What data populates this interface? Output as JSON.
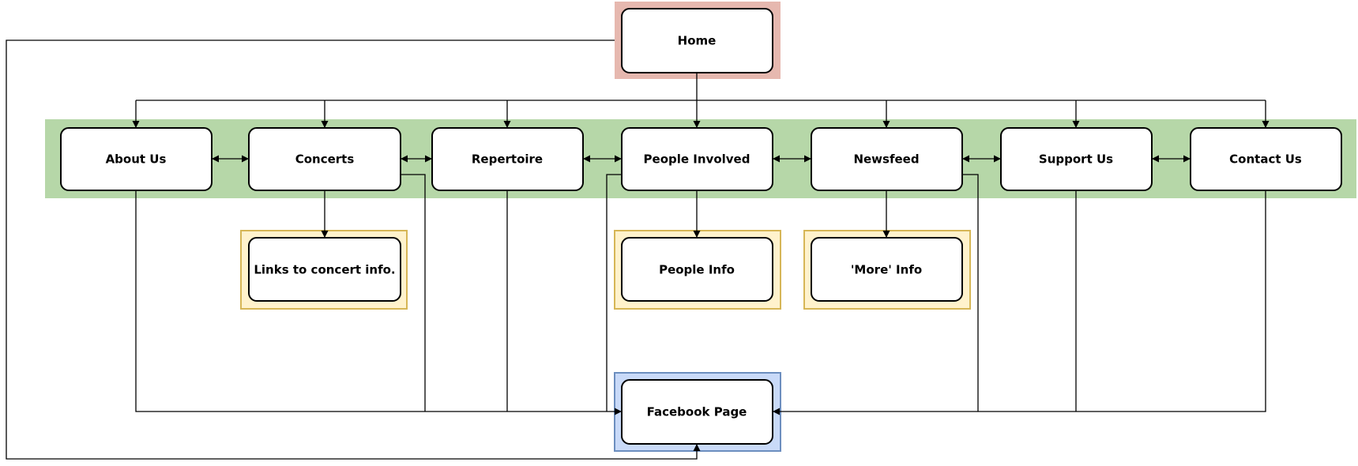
{
  "nodes": {
    "home": "Home",
    "about_us": "About Us",
    "concerts": "Concerts",
    "repertoire": "Repertoire",
    "people_involved": "People Involved",
    "newsfeed": "Newsfeed",
    "support_us": "Support Us",
    "contact_us": "Contact Us",
    "concert_links": "Links to concert info.",
    "people_info": "People Info",
    "more_info": "'More' Info",
    "facebook_page": "Facebook Page"
  },
  "colors": {
    "home_group_fill": "#e6b8af",
    "nav_group_fill": "#b6d7a8",
    "detail_group_fill": "#fff2cc",
    "detail_group_border": "#d6b656",
    "facebook_group_fill": "#c9daf8",
    "facebook_group_border": "#6c8ebf",
    "node_fill": "#ffffff",
    "node_border": "#000000",
    "connector": "#000000"
  }
}
